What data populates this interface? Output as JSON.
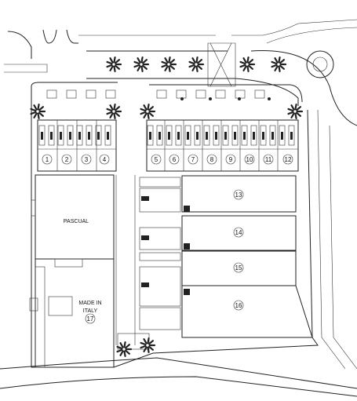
{
  "plan": {
    "front_units": [
      "1",
      "2",
      "3",
      "4",
      "5",
      "6",
      "7",
      "8",
      "9",
      "10",
      "11",
      "12"
    ],
    "large_units": [
      "13",
      "14",
      "15",
      "16"
    ],
    "blocks": {
      "pascual": "PASCUAL",
      "made_in_italy_line1": "MADE IN",
      "made_in_italy_line2": "ITALY",
      "made_in_italy_num": "17"
    }
  }
}
